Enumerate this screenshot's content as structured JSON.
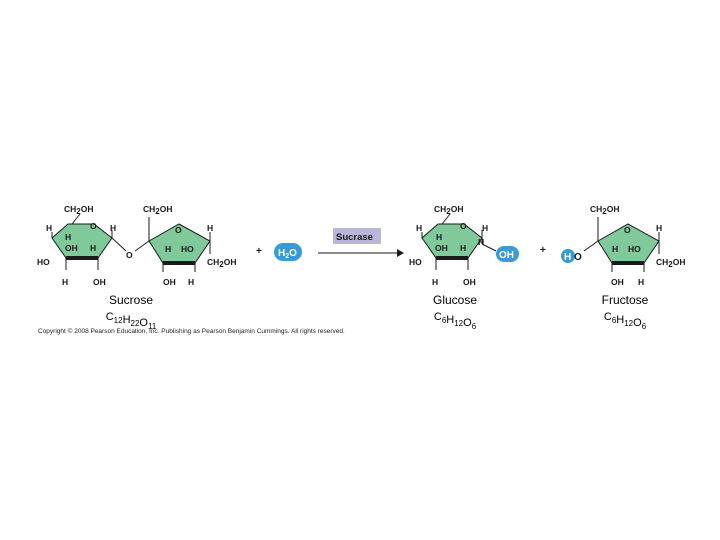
{
  "reaction": {
    "enzyme_label": "Sucrase",
    "water": {
      "h": "H",
      "sub": "2",
      "o": "O"
    },
    "plus": "+",
    "colors": {
      "ring": "#7fc99a",
      "water_bubble": "#3a9ad9",
      "enzyme_box": "#b9b6d9"
    }
  },
  "atoms": {
    "ch2oh": {
      "ch": "CH",
      "sub": "2",
      "oh": "OH"
    },
    "h": "H",
    "o": "O",
    "oh": "OH",
    "ho": "HO",
    "hydroxyl_oh": "OH",
    "hydroxyl_h": "H",
    "hydroxyl_o": "O"
  },
  "molecules": {
    "sucrose": {
      "name": "Sucrose",
      "f": [
        [
          "C",
          "12"
        ],
        [
          "H",
          "22"
        ],
        [
          "O",
          "11"
        ]
      ]
    },
    "glucose": {
      "name": "Glucose",
      "f": [
        [
          "C",
          "6"
        ],
        [
          "H",
          "12"
        ],
        [
          "O",
          "6"
        ]
      ]
    },
    "fructose": {
      "name": "Fructose",
      "f": [
        [
          "C",
          "6"
        ],
        [
          "H",
          "12"
        ],
        [
          "O",
          "6"
        ]
      ]
    }
  },
  "copyright": "Copyright © 2008 Pearson Education, Inc. Publishing as Pearson Benjamin Cummings. All rights reserved."
}
